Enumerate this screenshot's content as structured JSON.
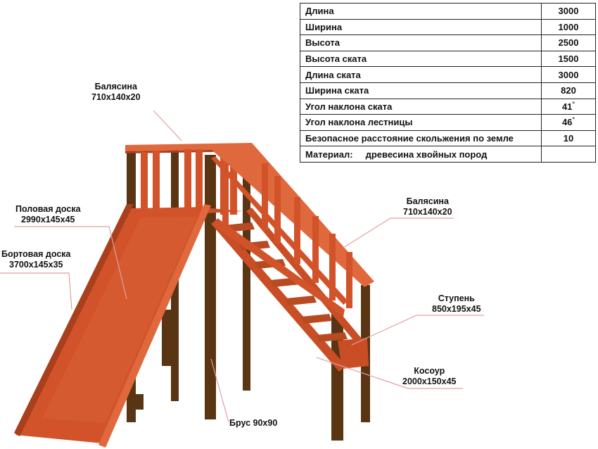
{
  "specs": {
    "rows": [
      {
        "name": "Длина",
        "value": "3000"
      },
      {
        "name": "Ширина",
        "value": "1000"
      },
      {
        "name": "Высота",
        "value": "2500"
      },
      {
        "name": "Высота ската",
        "value": "1500"
      },
      {
        "name": "Длина ската",
        "value": "3000"
      },
      {
        "name": "Ширина ската",
        "value": "820"
      },
      {
        "name": "Угол наклона ската",
        "value": "41"
      },
      {
        "name": "Угол наклона лестницы",
        "value": "46"
      },
      {
        "name": "Безопасное расстояние скольжения по земле",
        "value": "10"
      }
    ],
    "degree_sign": "°",
    "material_label": "Материал:",
    "material_value": "древесина хвойных пород"
  },
  "labels": {
    "baluster_top": {
      "name": "Балясина",
      "size": "710x140x20"
    },
    "floor_board": {
      "name": "Половая доска",
      "size": "2990x145x45"
    },
    "side_board": {
      "name": "Бортовая доска",
      "size": "3700x145x35"
    },
    "baluster_right": {
      "name": "Балясина",
      "size": "710x140x20"
    },
    "step": {
      "name": "Ступень",
      "size": "850x195x45"
    },
    "stringer": {
      "name": "Косоур",
      "size": "2000x150x45"
    },
    "beam": {
      "name": "Брус 90x90"
    }
  },
  "colors": {
    "wood": "#d2532a",
    "wood_light": "#e0683d",
    "wood_shadow": "#a8401e",
    "post": "#5a3514",
    "leader_line": "#e0a0a0"
  }
}
